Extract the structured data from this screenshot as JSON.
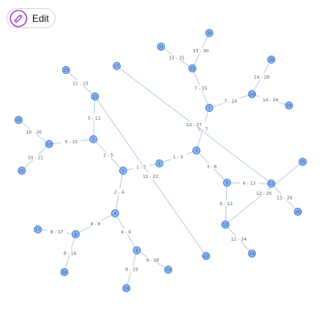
{
  "toolbar": {
    "edit_label": "Edit",
    "edit_icon": "pencil-icon",
    "accent_color": "#a64bd0"
  },
  "graph": {
    "nodes": [
      "1",
      "2",
      "3",
      "4",
      "5",
      "6",
      "7",
      "8",
      "9",
      "10",
      "11",
      "12",
      "13",
      "14",
      "15",
      "16",
      "17",
      "18",
      "19",
      "20",
      "21",
      "22",
      "23",
      "24",
      "25",
      "26",
      "27",
      "28",
      "29",
      "30",
      "31"
    ],
    "edges": [
      {
        "source": "1",
        "target": "2",
        "label": "1 - 2"
      },
      {
        "source": "1",
        "target": "3",
        "label": "1 - 3"
      },
      {
        "source": "2",
        "target": "4",
        "label": "2 - 4"
      },
      {
        "source": "2",
        "target": "5",
        "label": "2 - 5"
      },
      {
        "source": "3",
        "target": "6",
        "label": "3 - 6"
      },
      {
        "source": "3",
        "target": "7",
        "label": "3 - 7"
      },
      {
        "source": "4",
        "target": "8",
        "label": "4 - 8"
      },
      {
        "source": "4",
        "target": "9",
        "label": "4 - 9"
      },
      {
        "source": "5",
        "target": "10",
        "label": "5 - 10"
      },
      {
        "source": "5",
        "target": "11",
        "label": "5 - 11"
      },
      {
        "source": "6",
        "target": "12",
        "label": "6 - 12"
      },
      {
        "source": "6",
        "target": "13",
        "label": "6 - 13"
      },
      {
        "source": "7",
        "target": "14",
        "label": "7 - 14"
      },
      {
        "source": "7",
        "target": "15",
        "label": "7 - 15"
      },
      {
        "source": "8",
        "target": "16",
        "label": "8 - 16"
      },
      {
        "source": "8",
        "target": "17",
        "label": "8 - 17"
      },
      {
        "source": "9",
        "target": "18",
        "label": "9 - 18"
      },
      {
        "source": "9",
        "target": "19",
        "label": "9 - 19"
      },
      {
        "source": "10",
        "target": "20",
        "label": "10 - 20"
      },
      {
        "source": "10",
        "target": "21",
        "label": "10 - 21"
      },
      {
        "source": "11",
        "target": "22",
        "label": "11 - 22"
      },
      {
        "source": "11",
        "target": "23",
        "label": "11 - 23"
      },
      {
        "source": "12",
        "target": "24",
        "label": "12 - 24"
      },
      {
        "source": "12",
        "target": "25",
        "label": "12 - 25"
      },
      {
        "source": "13",
        "target": "26",
        "label": "13 - 26"
      },
      {
        "source": "13",
        "target": "27",
        "label": "13 - 27"
      },
      {
        "source": "14",
        "target": "28",
        "label": "14 - 28"
      },
      {
        "source": "14",
        "target": "29",
        "label": "14 - 29"
      },
      {
        "source": "15",
        "target": "30",
        "label": "15 - 30"
      },
      {
        "source": "15",
        "target": "31",
        "label": "15 - 31"
      }
    ]
  }
}
